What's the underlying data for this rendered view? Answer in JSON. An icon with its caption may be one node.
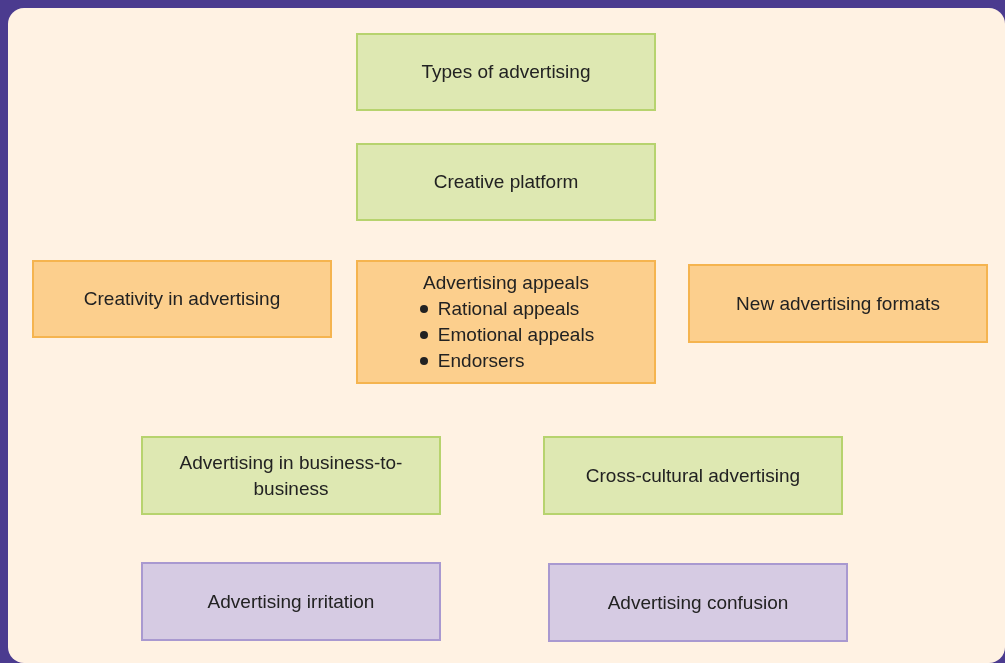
{
  "diagram": {
    "nodes": [
      {
        "text": [
          "Types of advertising"
        ]
      },
      {
        "text": [
          "Creative platform"
        ]
      },
      {
        "text": [
          "Creativity in advertising"
        ]
      },
      {
        "text": [
          "Advertising appeals",
          "Rational appeals",
          "Emotional appeals",
          "Endorsers"
        ]
      },
      {
        "text": [
          "New advertising formats"
        ]
      },
      {
        "text": [
          "Advertising in business-to-business"
        ]
      },
      {
        "text": [
          "Cross-cultural advertising"
        ]
      },
      {
        "text": [
          "Advertising irritation"
        ]
      },
      {
        "text": [
          "Advertising confusion"
        ]
      }
    ],
    "edges": []
  }
}
